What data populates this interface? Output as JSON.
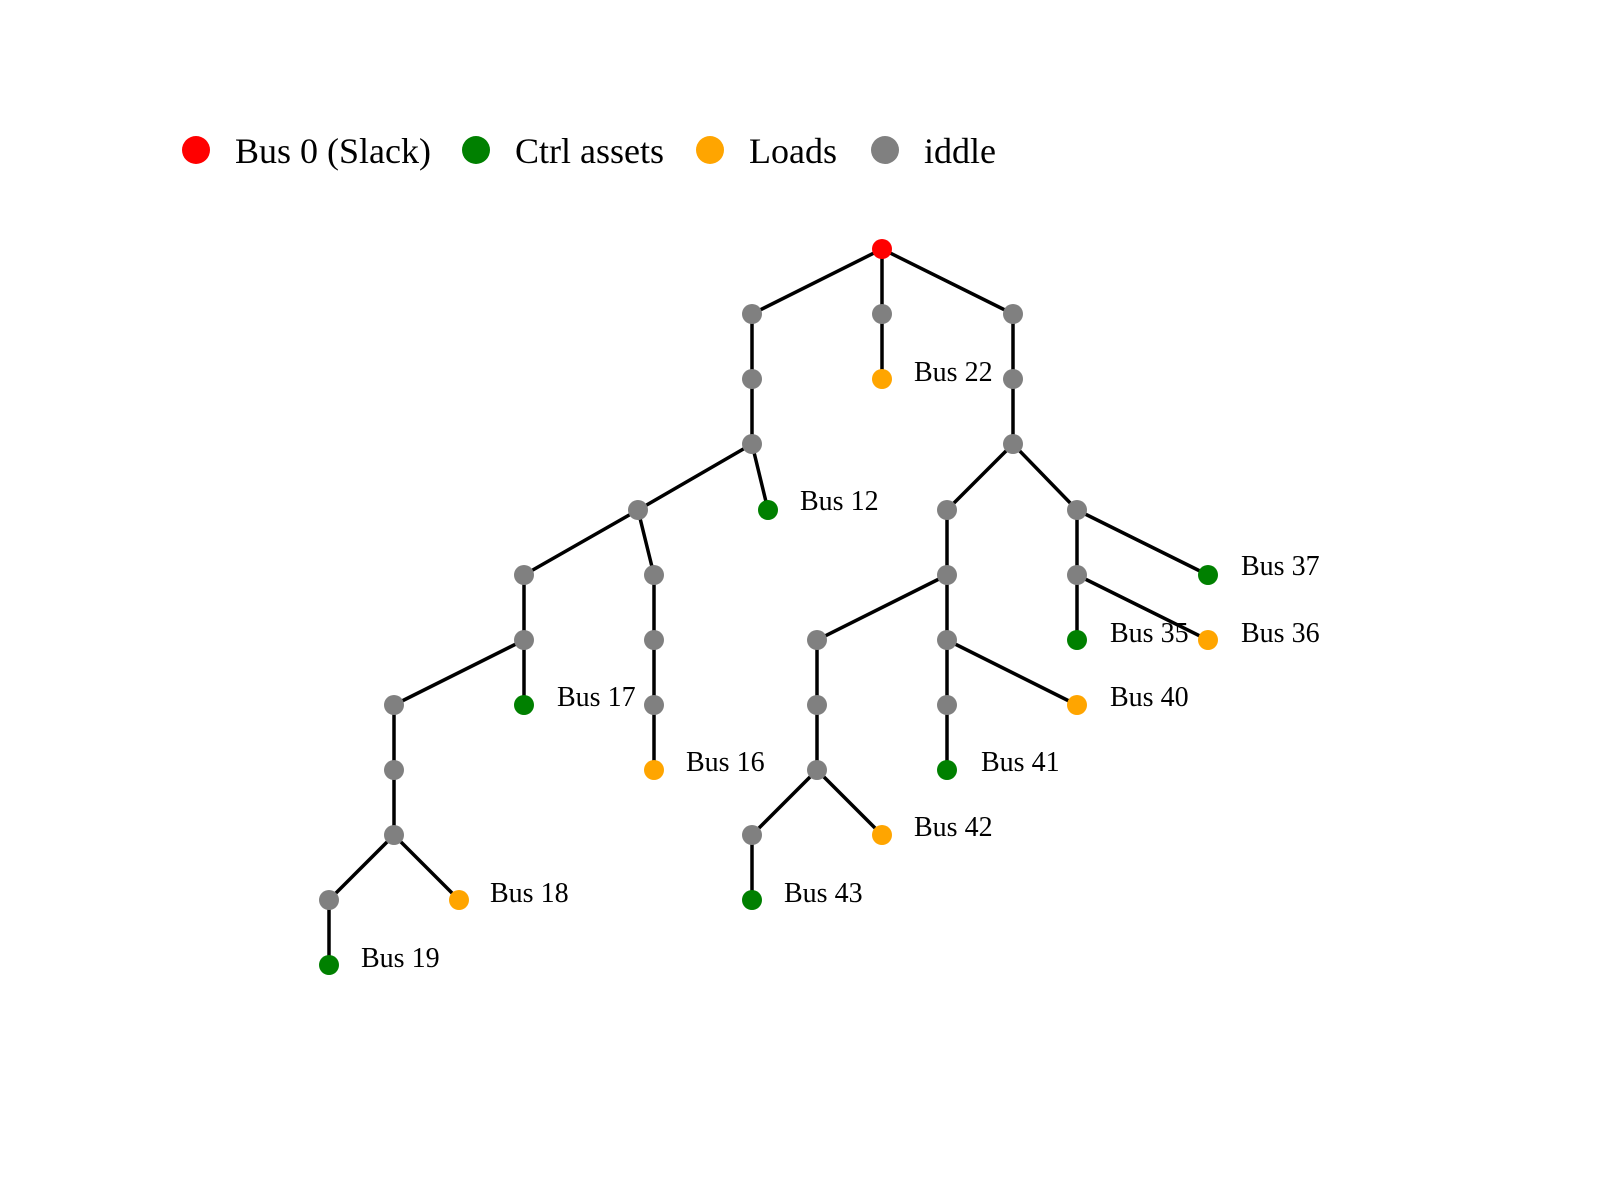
{
  "legend": [
    {
      "key": "slack",
      "label": "Bus 0 (Slack)",
      "color": "#ff0000"
    },
    {
      "key": "ctrl",
      "label": "Ctrl assets",
      "color": "#008000"
    },
    {
      "key": "load",
      "label": "Loads",
      "color": "#ffa500"
    },
    {
      "key": "idle",
      "label": "iddle",
      "color": "#808080"
    }
  ],
  "labeled_buses": [
    {
      "id": "n_22",
      "label": "Bus 22",
      "type": "load"
    },
    {
      "id": "n_12",
      "label": "Bus 12",
      "type": "ctrl"
    },
    {
      "id": "n_37",
      "label": "Bus 37",
      "type": "ctrl"
    },
    {
      "id": "n_35",
      "label": "Bus 35",
      "type": "ctrl"
    },
    {
      "id": "n_36",
      "label": "Bus 36",
      "type": "load"
    },
    {
      "id": "n_17",
      "label": "Bus 17",
      "type": "ctrl"
    },
    {
      "id": "n_40",
      "label": "Bus 40",
      "type": "load"
    },
    {
      "id": "n_16",
      "label": "Bus 16",
      "type": "load"
    },
    {
      "id": "n_41",
      "label": "Bus 41",
      "type": "ctrl"
    },
    {
      "id": "n_42",
      "label": "Bus 42",
      "type": "load"
    },
    {
      "id": "n_18",
      "label": "Bus 18",
      "type": "load"
    },
    {
      "id": "n_43",
      "label": "Bus 43",
      "type": "ctrl"
    },
    {
      "id": "n_19",
      "label": "Bus 19",
      "type": "ctrl"
    }
  ]
}
